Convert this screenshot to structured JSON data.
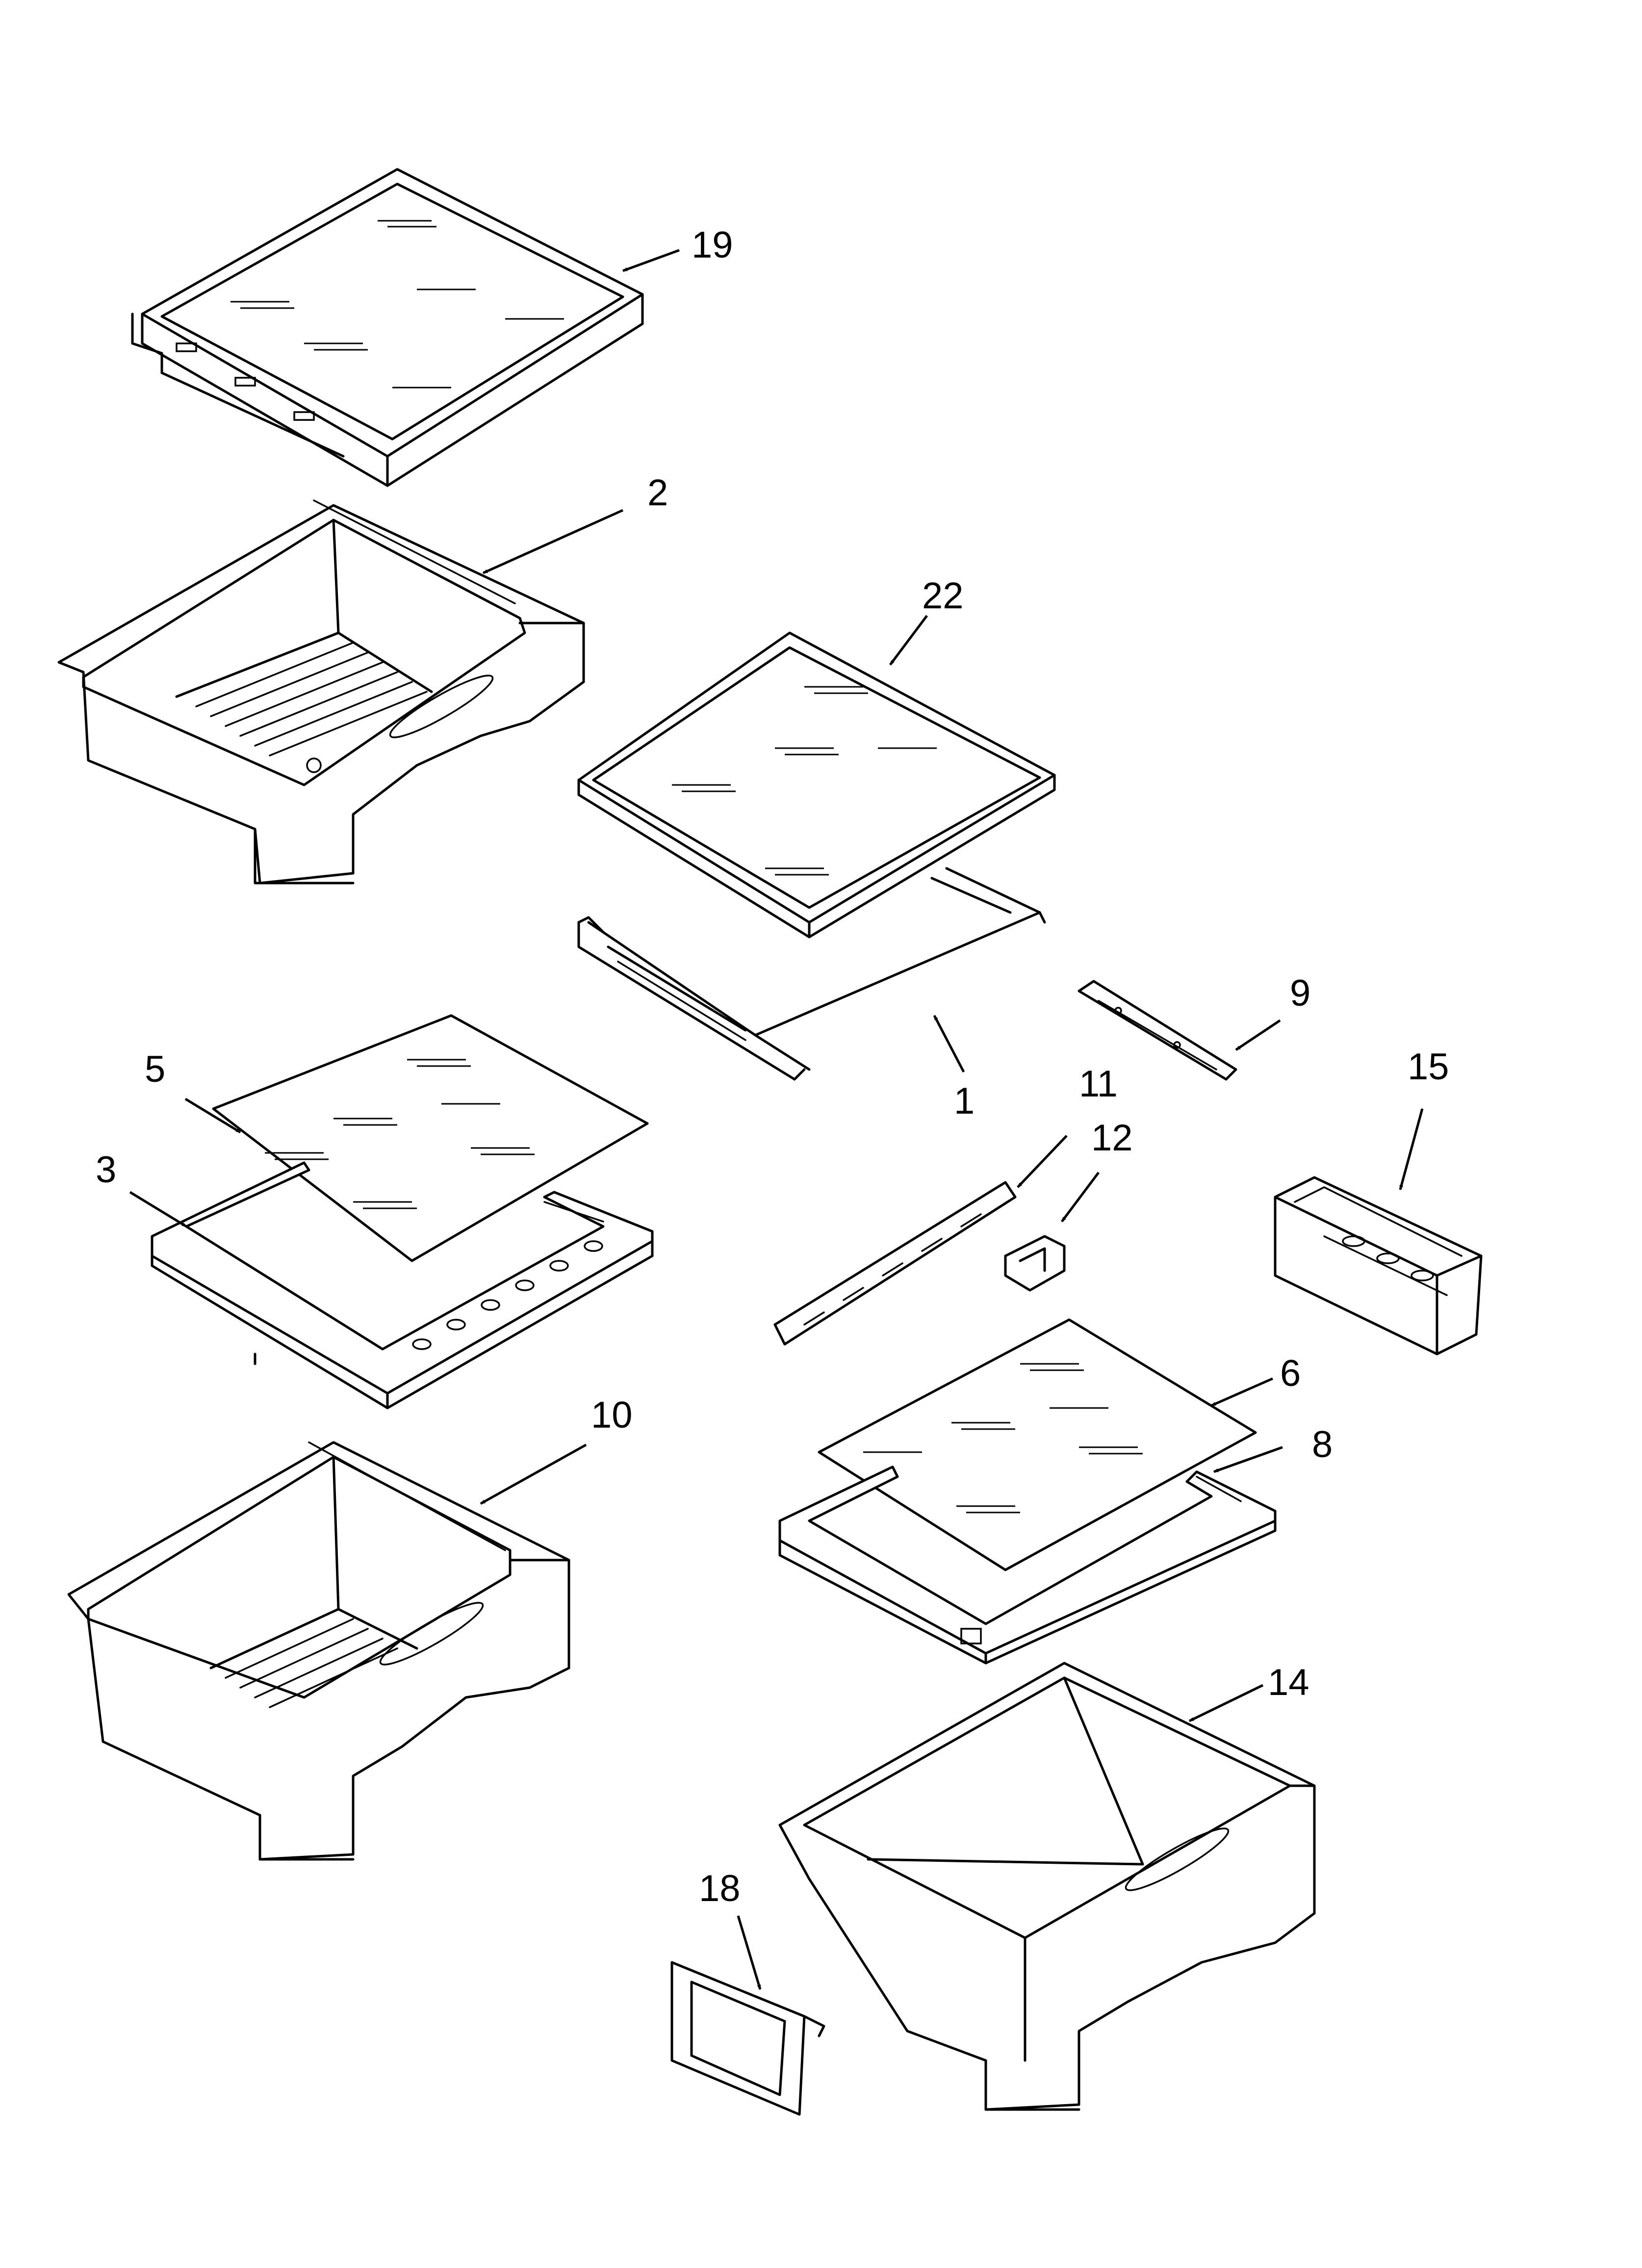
{
  "diagram": {
    "part_labels": {
      "p1": "1",
      "p2": "2",
      "p3": "3",
      "p5": "5",
      "p6": "6",
      "p8": "8",
      "p9": "9",
      "p10": "10",
      "p11": "11",
      "p12": "12",
      "p14": "14",
      "p15": "15",
      "p18": "18",
      "p19": "19",
      "p22": "22"
    }
  }
}
